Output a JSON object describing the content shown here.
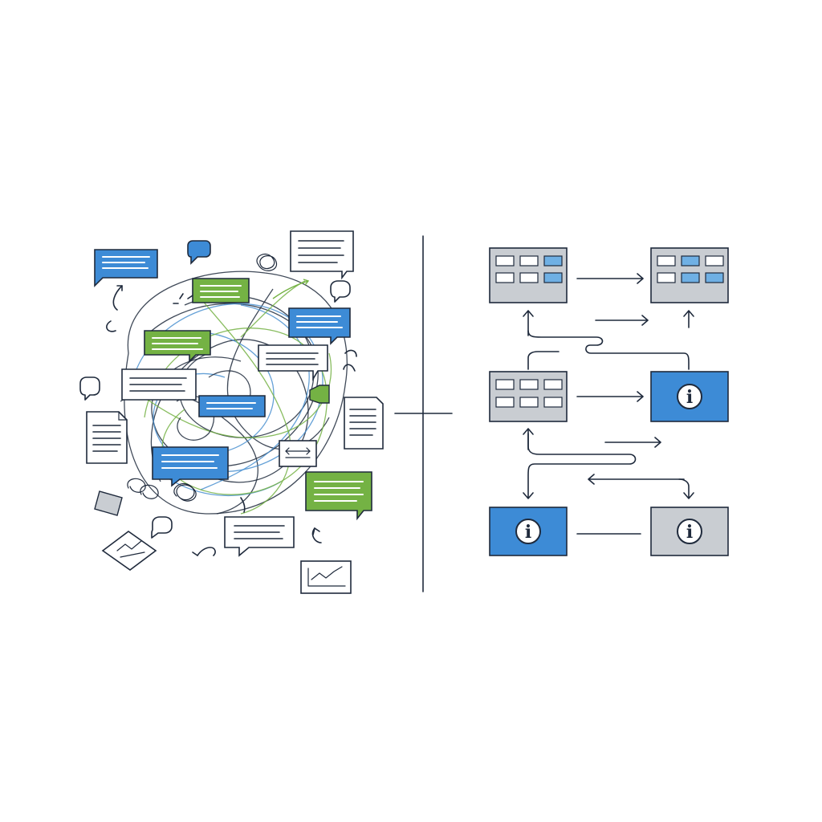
{
  "colors": {
    "ink": "#1f2a3c",
    "accent_blue": "#3d8bd6",
    "accent_green": "#74b244",
    "neutral_gray": "#c9cdd2",
    "background": "#ffffff"
  },
  "left_panel": {
    "theme": "tangled-communication",
    "elements": [
      "chat-bubble-icon",
      "document-icon",
      "chart-icon",
      "arrow-icon",
      "scribble-icon"
    ]
  },
  "right_panel": {
    "theme": "structured-flow",
    "nodes": [
      {
        "name": "dashboard-node-1",
        "kind": "grid-panel",
        "icon": "grid-icon"
      },
      {
        "name": "dashboard-node-2",
        "kind": "grid-panel",
        "icon": "grid-icon"
      },
      {
        "name": "dashboard-node-3",
        "kind": "grid-panel",
        "icon": "grid-icon"
      },
      {
        "name": "info-node-1",
        "kind": "info-panel",
        "icon": "info-icon"
      },
      {
        "name": "info-node-2",
        "kind": "info-panel",
        "icon": "info-icon"
      },
      {
        "name": "info-node-3",
        "kind": "info-panel",
        "icon": "info-icon"
      }
    ],
    "info_glyph": "i"
  }
}
